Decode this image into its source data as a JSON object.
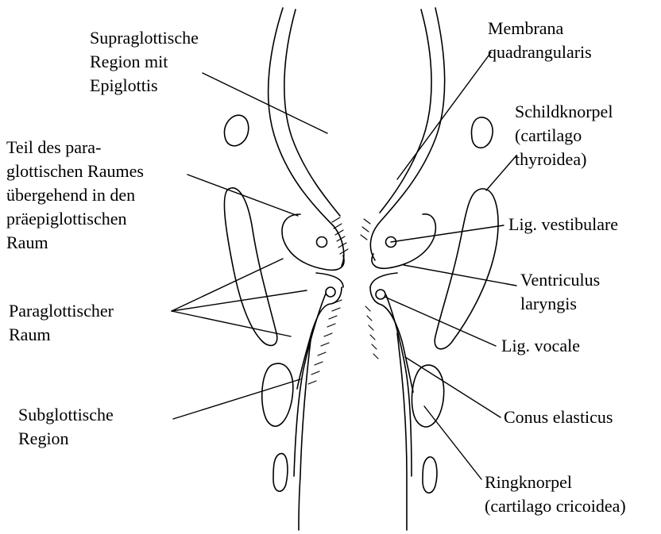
{
  "labels": {
    "supraglottic": [
      "Supraglottische",
      "Region mit",
      "Epiglottis"
    ],
    "paraglottic_part": [
      "Teil des para-",
      "glottischen Raumes",
      "übergehend in den",
      "präepiglottischen",
      "Raum"
    ],
    "paraglottic": [
      "Paraglottischer",
      "Raum"
    ],
    "subglottic": [
      "Subglottische",
      "Region"
    ],
    "membrana": [
      "Membrana",
      "quadrangularis"
    ],
    "thyroid": [
      "Schildknorpel",
      "(cartilago",
      "thyroidea)"
    ],
    "lig_vestibulare": [
      "Lig. vestibulare"
    ],
    "ventriculus": [
      "Ventriculus",
      "laryngis"
    ],
    "lig_vocale": [
      "Lig. vocale"
    ],
    "conus": [
      "Conus elasticus"
    ],
    "cricoid": [
      "Ringknorpel",
      "(cartilago cricoidea)"
    ]
  },
  "colors": {
    "ink": "#000000",
    "background": "#ffffff"
  }
}
